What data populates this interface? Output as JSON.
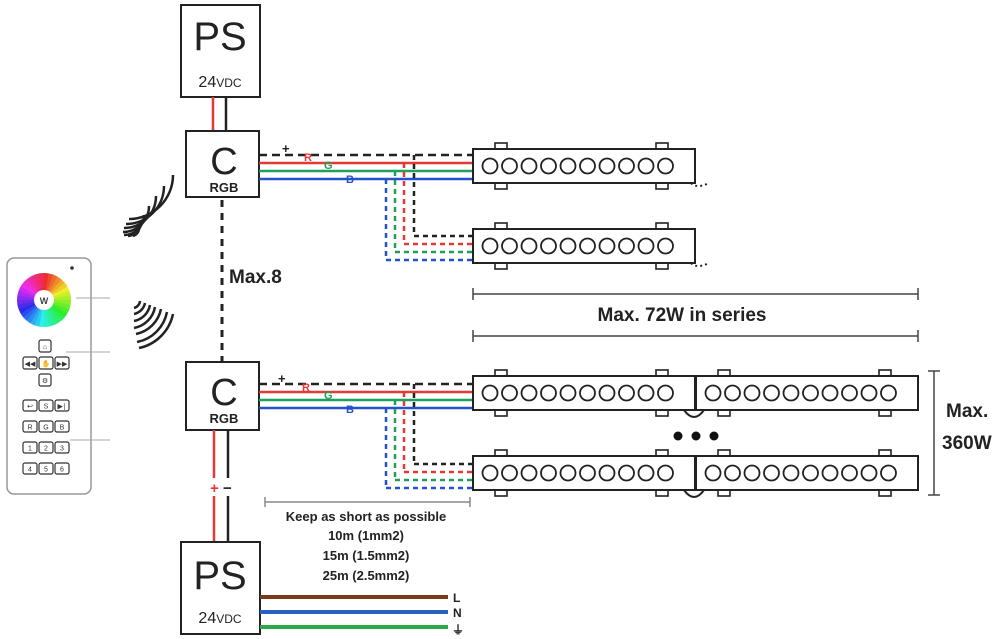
{
  "power_supply": {
    "label": "PS",
    "voltage": "24",
    "voltage_unit": "VDC"
  },
  "controller": {
    "label": "C",
    "sublabel": "RGB"
  },
  "wires": {
    "plus": "+",
    "minus": "−",
    "red": "R",
    "green": "G",
    "blue": "B"
  },
  "max_controllers": "Max.8",
  "max_series": "Max. 72W in series",
  "max_total_line1": "Max.",
  "max_total_line2": "360W",
  "cable_note": {
    "line1": "Keep as short as possible",
    "line2": "10m (1mm2)",
    "line3": "15m (1.5mm2)",
    "line4": "25m (2.5mm2)"
  },
  "mains": {
    "live": "L",
    "neutral": "N",
    "earth": "⏚"
  },
  "remote": {
    "wheel_label": "W",
    "row1": [
      "◀◀",
      "✋",
      "▶▶"
    ],
    "row2": [
      "↩",
      "S",
      "▶∣"
    ],
    "row3": [
      "R",
      "G",
      "B"
    ],
    "row4": [
      "1",
      "2",
      "3"
    ],
    "row5": [
      "4",
      "5",
      "6"
    ]
  },
  "colors": {
    "red": "#e53935",
    "green": "#1fa05a",
    "blue": "#2452c8",
    "brown": "#7a3b1d",
    "mains_blue": "#2a5fc4",
    "earth_green": "#2aa848",
    "black": "#222222"
  }
}
